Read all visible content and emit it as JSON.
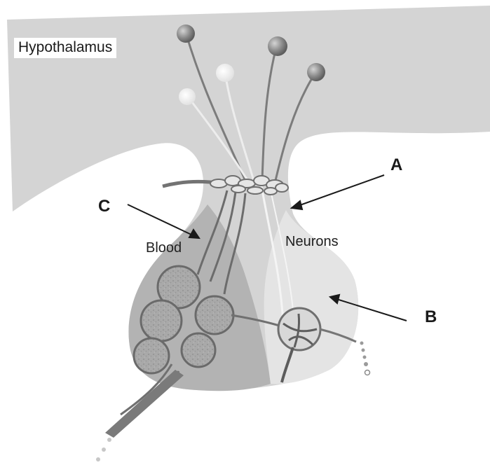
{
  "diagram": {
    "region_label": "Hypothalamus",
    "regions": {
      "blood": "Blood",
      "neurons": "Neurons"
    },
    "markers": {
      "a": "A",
      "b": "B",
      "c": "C"
    }
  }
}
